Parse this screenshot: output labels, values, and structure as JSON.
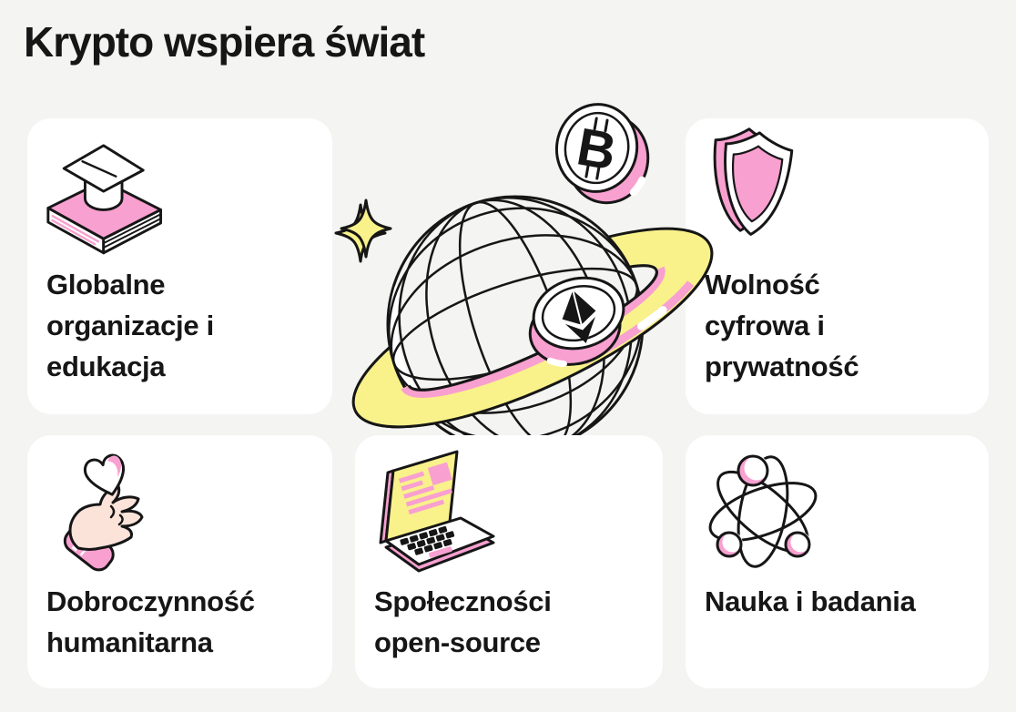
{
  "page": {
    "title": "Krypto wspiera świat",
    "background_color": "#F4F4F2",
    "text_color": "#161616"
  },
  "colors": {
    "bg": "#F4F4F2",
    "card": "#FFFFFF",
    "ink": "#161616",
    "pink": "#F8A0D0",
    "pink_light": "#FBC9E4",
    "yellow": "#F9F28B",
    "skin": "#FBE3DA"
  },
  "cards": [
    {
      "id": "global-organizations",
      "icon": "graduation-cap-books-icon",
      "label": "Globalne\norganizacje i\nedukacja"
    },
    {
      "id": "digital-freedom",
      "icon": "shield-icon",
      "label": "Wolność\ncyfrowa i\nprywatność"
    },
    {
      "id": "humanitarian-charity",
      "icon": "hand-heart-icon",
      "label": "Dobroczynność\nhumanitarna"
    },
    {
      "id": "open-source-communities",
      "icon": "laptop-icon",
      "label": "Społeczności\nopen-source"
    },
    {
      "id": "science-research",
      "icon": "atom-icon",
      "label": "Nauka i badania"
    }
  ],
  "illustration": {
    "name": "globe-with-crypto-ring",
    "parts": [
      "sparkle",
      "wireframe-globe",
      "orbit-ring",
      "bitcoin-coin",
      "ethereum-coin"
    ],
    "bitcoin_symbol": "B"
  }
}
